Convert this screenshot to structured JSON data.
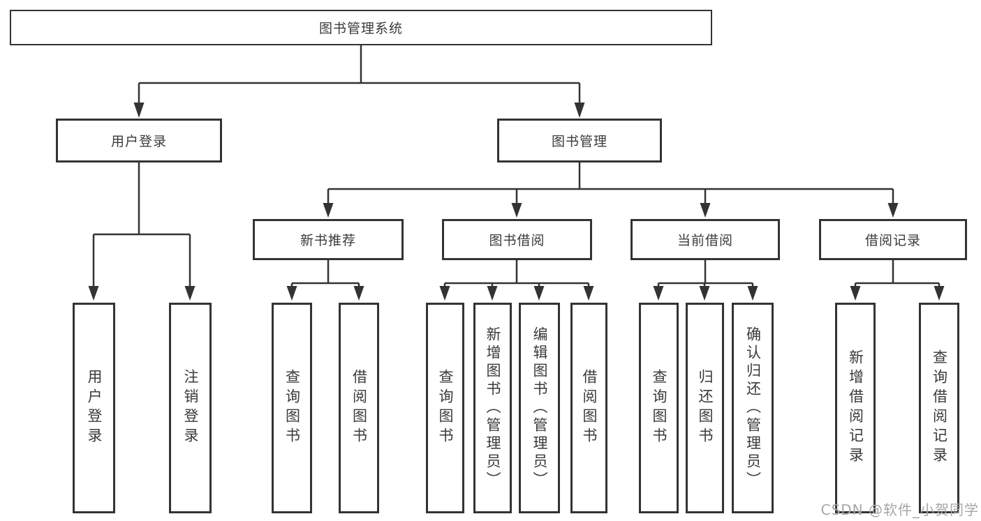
{
  "nodes": {
    "root": "图书管理系统",
    "user_login": "用户登录",
    "book_mgmt": "图书管理",
    "new_books": "新书推荐",
    "book_borrow": "图书借阅",
    "current_borrow": "当前借阅",
    "borrow_records": "借阅记录",
    "leaf_user_login": "用户登录",
    "leaf_logout": "注销登录",
    "leaf_nb_query": "查询图书",
    "leaf_nb_borrow": "借阅图书",
    "leaf_bb_query": "查询图书",
    "leaf_bb_add": "新增图书（管理员）",
    "leaf_bb_edit": "编辑图书（管理员）",
    "leaf_bb_borrow": "借阅图书",
    "leaf_cb_query": "查询图书",
    "leaf_cb_return": "归还图书",
    "leaf_cb_confirm": "确认归还（管理员）",
    "leaf_br_add": "新增借阅记录",
    "leaf_br_query": "查询借阅记录"
  },
  "watermark": "CSDN @软件_小贺同学",
  "colors": {
    "line": "#333333",
    "text": "#3a3a3a",
    "watermark": "#a6a6a6",
    "background": "#ffffff"
  }
}
